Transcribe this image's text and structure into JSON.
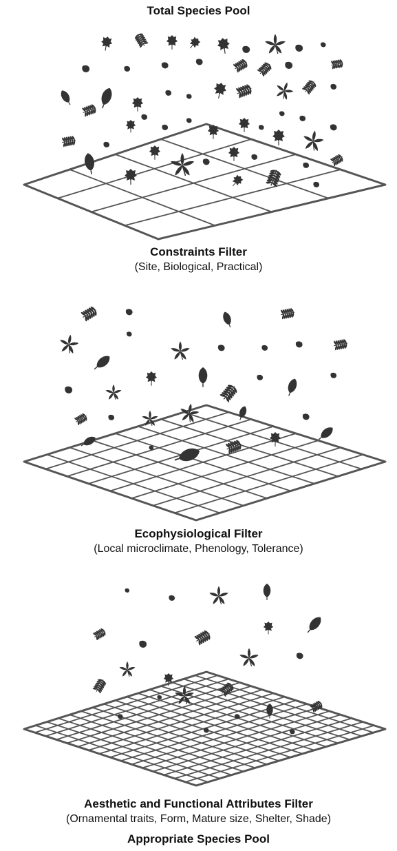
{
  "title": "Total Species Pool",
  "filters": [
    {
      "name": "Constraints Filter",
      "detail": "(Site, Biological, Practical)"
    },
    {
      "name": "Ecophysiological Filter",
      "detail": "(Local microclimate, Phenology, Tolerance)"
    },
    {
      "name": "Aesthetic and Functional Attributes Filter",
      "detail": "(Ornamental traits, Form, Mature size, Shelter, Shade)"
    }
  ],
  "result": "Appropriate Species Pool",
  "colors": {
    "leaf": "#333333",
    "grid": "#555555",
    "background": "#ffffff"
  }
}
